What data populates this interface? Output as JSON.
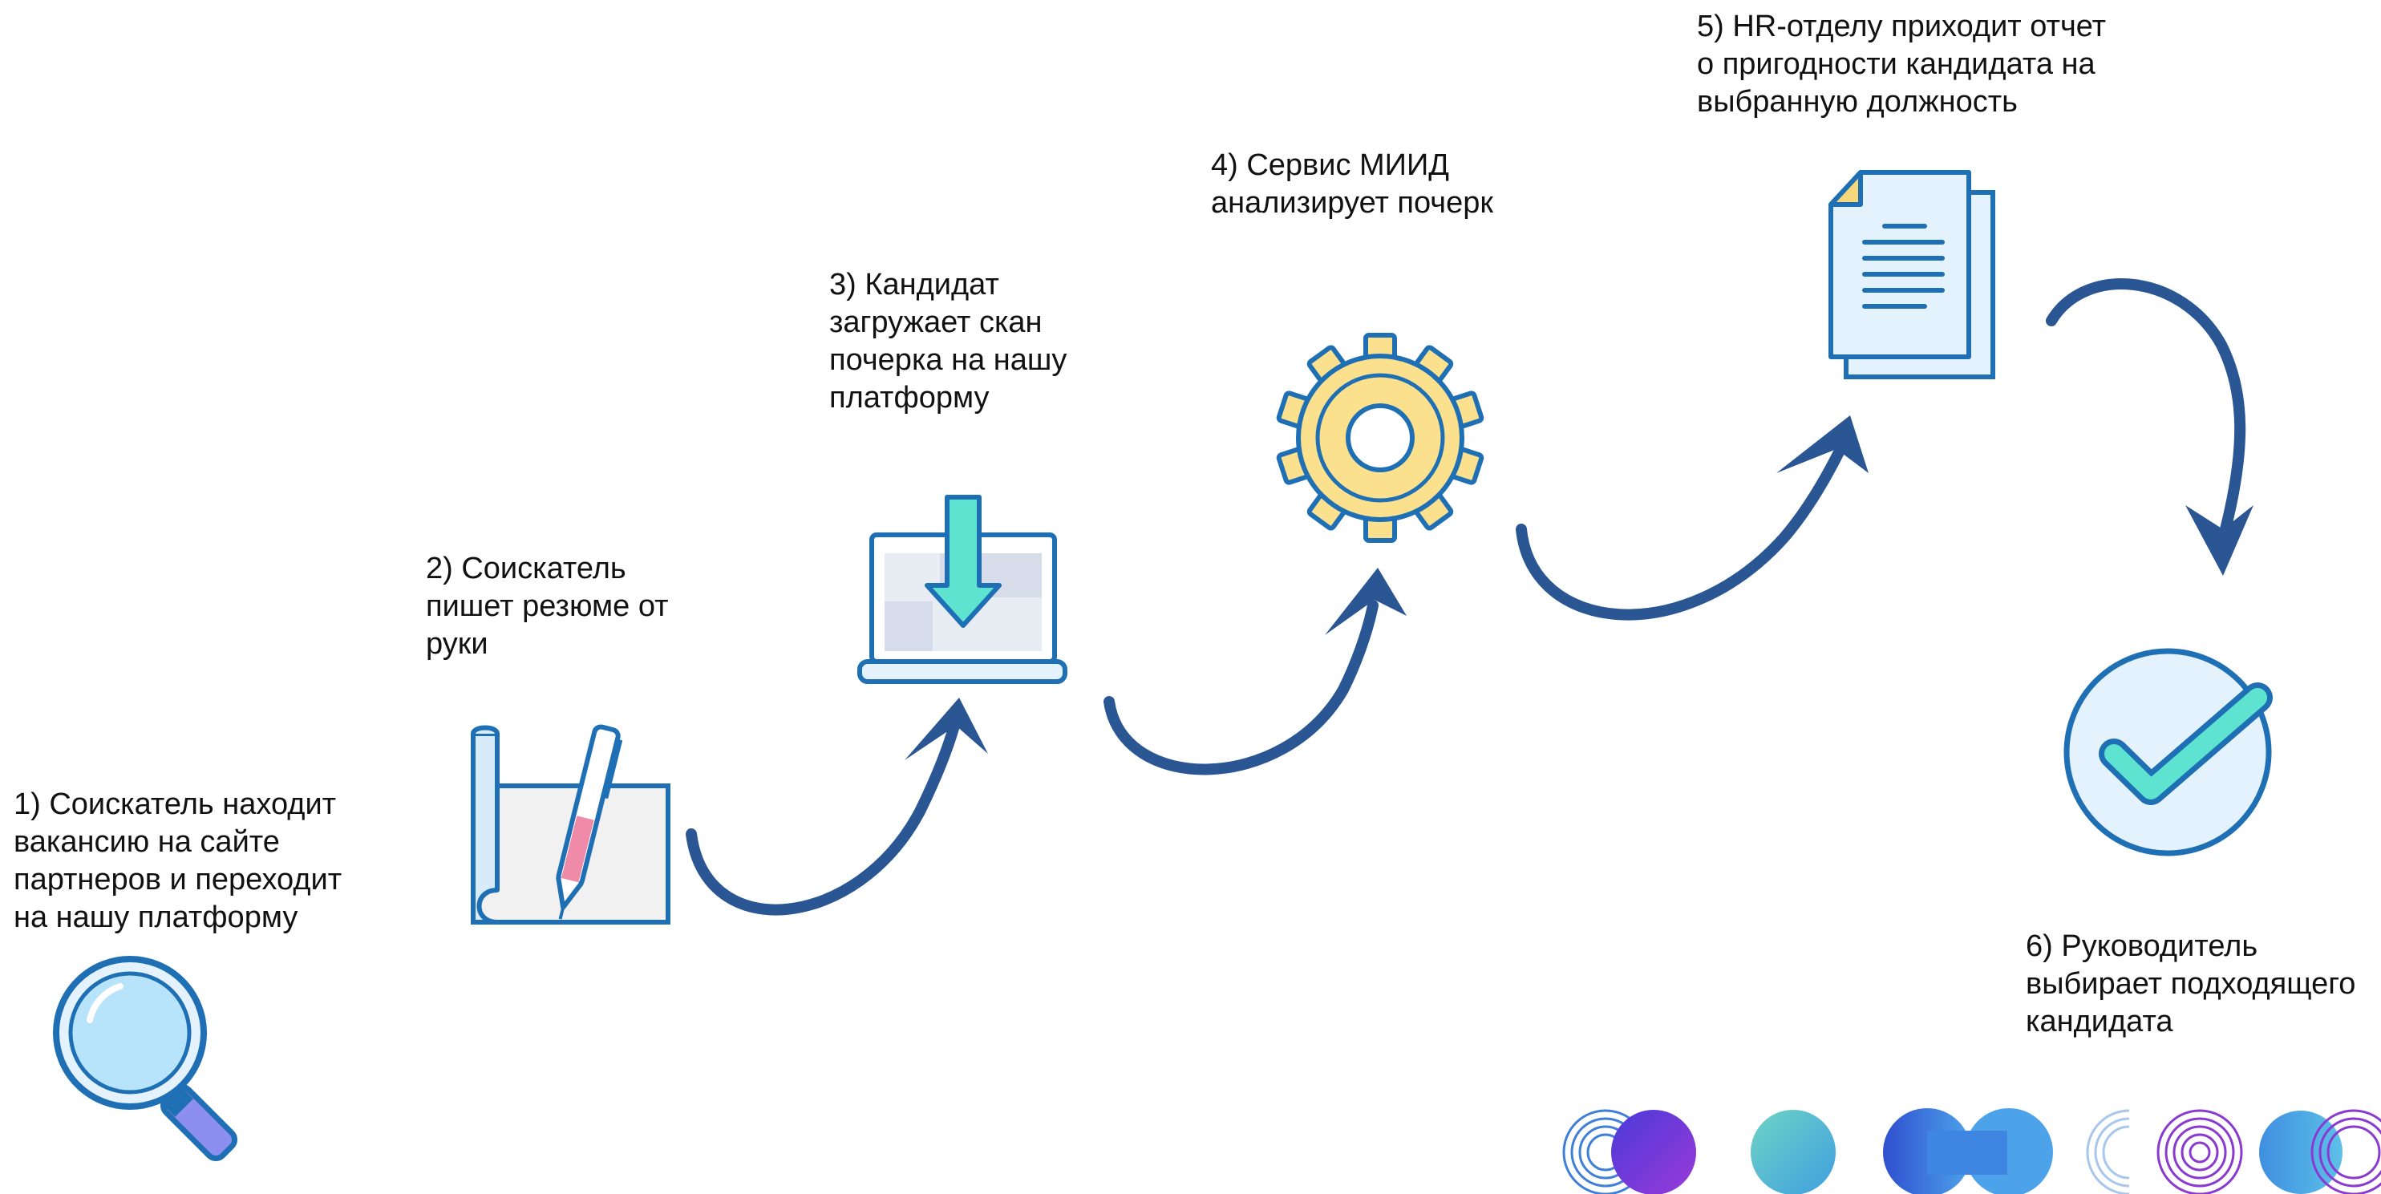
{
  "steps": [
    {
      "number": "1",
      "text": "1) Соискатель находит\nвакансию на сайте\nпартнеров и переходит\nна нашу платформу",
      "icon": "magnifier-icon"
    },
    {
      "number": "2",
      "text": "2) Соискатель\nпишет резюме от\nруки",
      "icon": "pen-paper-icon"
    },
    {
      "number": "3",
      "text": "3) Кандидат\nзагружает скан\nпочерка на нашу\nплатформу",
      "icon": "laptop-upload-icon"
    },
    {
      "number": "4",
      "text": "4) Сервис МИИД\nанализирует почерк",
      "icon": "gear-icon"
    },
    {
      "number": "5",
      "text": "5) HR-отделу приходит отчет\nо пригодности кандидата на\nвыбранную должность",
      "icon": "document-icon"
    },
    {
      "number": "6",
      "text": "6) Руководитель\nвыбирает подходящего\nкандидата",
      "icon": "checkmark-icon"
    }
  ],
  "colors": {
    "arrow": "#2b5694",
    "outline": "#1f6fb5",
    "light_fill": "#e3f2fc",
    "gear_yellow": "#fbe18d",
    "teal": "#5de3cf",
    "pink": "#ef8aa8",
    "folder_yellow": "#f6d77a",
    "purple": "#7a42d6"
  }
}
